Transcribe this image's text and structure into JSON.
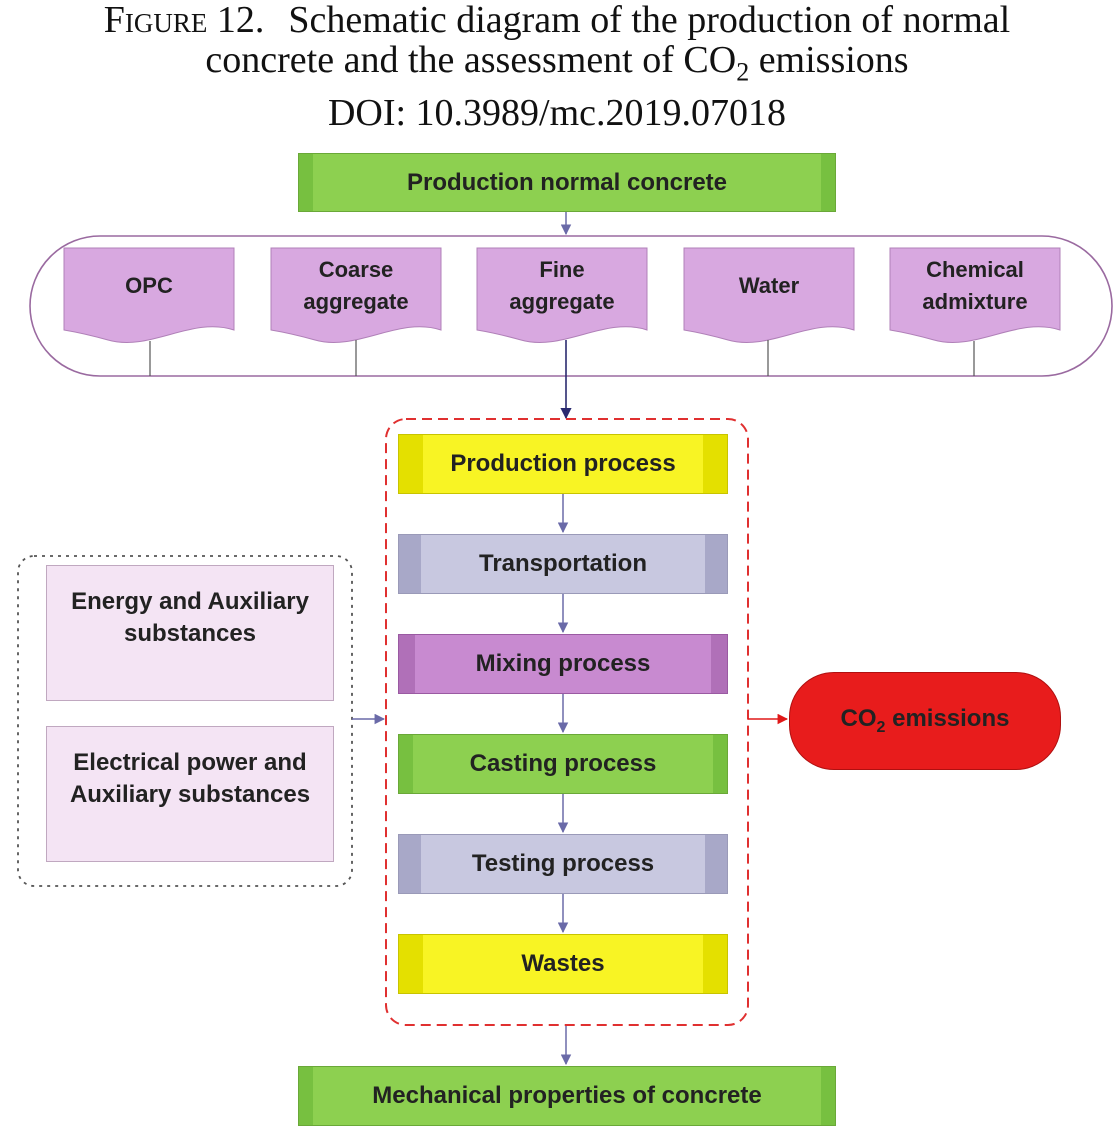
{
  "caption": {
    "label": "Figure 12.",
    "line1": "Schematic diagram of the production of normal",
    "line2_pre": "concrete and the assessment of CO",
    "line2_sub": "2",
    "line2_post": " emissions",
    "line3": "DOI: 10.3989/mc.2019.07018"
  },
  "top_box": "Production normal concrete",
  "materials": [
    {
      "line1": "OPC",
      "line2": ""
    },
    {
      "line1": "Coarse",
      "line2": "aggregate"
    },
    {
      "line1": "Fine",
      "line2": "aggregate"
    },
    {
      "line1": "Water",
      "line2": ""
    },
    {
      "line1": "Chemical",
      "line2": "admixture"
    }
  ],
  "processes": [
    "Production process",
    "Transportation",
    "Mixing process",
    "Casting process",
    "Testing process",
    "Wastes"
  ],
  "inputs": {
    "energy_line1": "Energy and Auxiliary",
    "energy_line2": "substances",
    "power_line1": "Electrical power and",
    "power_line2": "Auxiliary substances"
  },
  "emissions": {
    "pre": "CO",
    "sub": "2",
    "post": " emissions"
  },
  "bottom_box": "Mechanical properties of concrete",
  "colors": {
    "green": "#8dd050",
    "yellow": "#f8f424",
    "gray": "#c8c8e0",
    "purple": "#c88ad0",
    "light_purple": "#f4e4f4",
    "doc_purple": "#d8a8e0",
    "red": "#e81c1c",
    "arrow": "#6a6aa8"
  }
}
